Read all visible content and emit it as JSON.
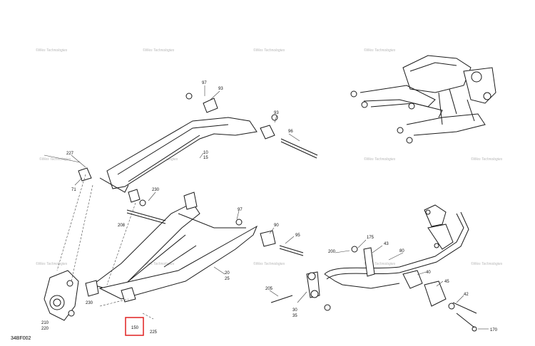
{
  "diagram_code": "34BF002",
  "watermark": "©Wes Technologies",
  "highlight_color": "#e02020",
  "labels": {
    "p97a": "97",
    "p93a": "93",
    "p93b": "93",
    "p96": "96",
    "p10": "10",
    "p15": "15",
    "p227": "227",
    "p71": "71",
    "p230a": "230",
    "p97b": "97",
    "p208": "208",
    "p90": "90",
    "p95": "95",
    "p20": "20",
    "p25": "25",
    "p210": "210",
    "p220": "220",
    "p230b": "230",
    "p150": "150",
    "p225": "225",
    "p175": "175",
    "p43": "43",
    "p200": "200",
    "p80": "80",
    "p40": "40",
    "p205": "205",
    "p30": "30",
    "p35": "35",
    "p45": "45",
    "p42": "42",
    "p170": "170"
  }
}
